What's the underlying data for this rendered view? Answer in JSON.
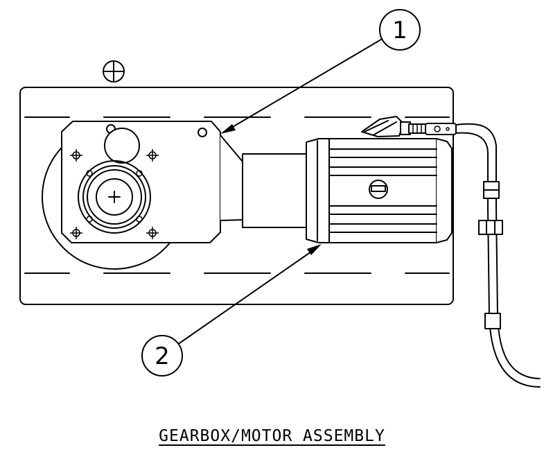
{
  "title": "GEARBOX/MOTOR ASSEMBLY",
  "callouts": [
    {
      "label": "1",
      "part": "gearbox"
    },
    {
      "label": "2",
      "part": "motor"
    }
  ],
  "icons": [
    "registration-cross-icon",
    "center-cross-icon",
    "bolt-hole-icon"
  ]
}
